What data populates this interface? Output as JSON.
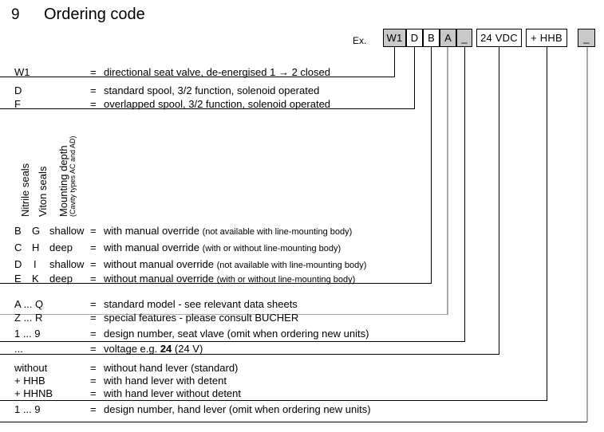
{
  "header": {
    "number": "9",
    "title": "Ordering code"
  },
  "example": {
    "label": "Ex.",
    "boxes": [
      {
        "text": "W1",
        "shaded": true
      },
      {
        "text": "D",
        "shaded": false
      },
      {
        "text": "B",
        "shaded": false
      },
      {
        "text": "A",
        "shaded": true
      },
      {
        "text": "_",
        "shaded": true
      },
      {
        "text": "24 VDC",
        "shaded": false
      },
      {
        "text": "+ HHB",
        "shaded": false
      },
      {
        "text": "_",
        "shaded": true
      }
    ]
  },
  "vertical_labels": [
    {
      "text": "Nitrile seals"
    },
    {
      "text": "Viton seals"
    },
    {
      "text": "Mounting depth"
    },
    {
      "text": "(Cavity types AC and AD)"
    }
  ],
  "equals_sign": "=",
  "groups": {
    "valve_type": [
      {
        "code": "W1",
        "desc": "directional seat valve, de-energised 1 → 2 closed"
      }
    ],
    "spool_type": [
      {
        "code": "D",
        "desc": "standard spool, 3/2 function, solenoid operated"
      },
      {
        "code": "F",
        "desc": "overlapped spool, 3/2 function, solenoid operated"
      }
    ],
    "seals_and_depth": [
      {
        "nitrile": "B",
        "viton": "G",
        "depth": "shallow",
        "desc": "with manual override ",
        "note": "(not available with line-mounting body)"
      },
      {
        "nitrile": "C",
        "viton": "H",
        "depth": "deep",
        "desc": "with manual override ",
        "note": "(with or without line-mounting body)"
      },
      {
        "nitrile": "D",
        "viton": "I",
        "depth": "shallow",
        "desc": "without manual override ",
        "note": "(not available with line-mounting body)"
      },
      {
        "nitrile": "E",
        "viton": "K",
        "depth": "deep",
        "desc": "without manual override ",
        "note": "(with or without line-mounting body)"
      }
    ],
    "model": [
      {
        "code": "A ... Q",
        "desc": "standard model - see relevant data sheets"
      },
      {
        "code": "Z ... R",
        "desc": "special features - please consult BUCHER"
      }
    ],
    "design_number_valve": [
      {
        "code": "1 ... 9",
        "desc": "design number, seat vlave (omit when ordering new units)"
      }
    ],
    "voltage": [
      {
        "code": "...",
        "desc_pre": "voltage e.g. ",
        "desc_bold": "24",
        "desc_post": " (24 V)"
      }
    ],
    "hand_lever": [
      {
        "code": "without",
        "desc": "without hand lever (standard)"
      },
      {
        "code": "+ HHB",
        "desc": "with hand lever with detent"
      },
      {
        "code": "+ HHNB",
        "desc": "with hand lever without detent"
      }
    ],
    "design_number_lever": [
      {
        "code": "1 ... 9",
        "desc": "design number, hand lever (omit when ordering new units)"
      }
    ]
  }
}
